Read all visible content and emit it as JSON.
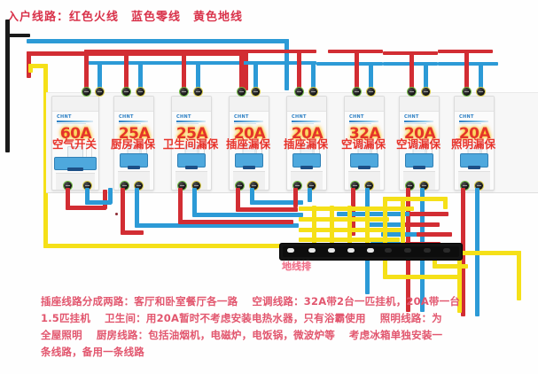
{
  "header": {
    "intro_label": "入户线路：",
    "live": "红色火线",
    "neutral": "蓝色零线",
    "ground": "黄色地线"
  },
  "colors": {
    "live_red": "#d22d33",
    "neutral_blue": "#2c9ad6",
    "ground_yellow": "#f5e018",
    "text_red": "#e4342a",
    "label_pink": "#ef6d86",
    "ground_bar_black": "#141414"
  },
  "breakers": [
    {
      "amp": "60A",
      "label": "空气开关",
      "brand": "CHNT",
      "type": "main-air-switch"
    },
    {
      "amp": "25A",
      "label": "厨房漏保",
      "brand": "CHNT",
      "type": "rcbo"
    },
    {
      "amp": "25A",
      "label": "卫生间漏保",
      "brand": "CHNT",
      "type": "rcbo"
    },
    {
      "amp": "20A",
      "label": "插座漏保",
      "brand": "CHNT",
      "type": "rcbo"
    },
    {
      "amp": "20A",
      "label": "插座漏保",
      "brand": "CHNT",
      "type": "rcbo"
    },
    {
      "amp": "32A",
      "label": "空调漏保",
      "brand": "CHNT",
      "type": "rcbo"
    },
    {
      "amp": "20A",
      "label": "空调漏保",
      "brand": "CHNT",
      "type": "rcbo"
    },
    {
      "amp": "20A",
      "label": "照明漏保",
      "brand": "CHNT",
      "type": "rcbo"
    }
  ],
  "ground_bar": {
    "label": "地线排",
    "terminal_count": 10
  },
  "notes": {
    "line1_a": "插座线路分成两路：客厅和卧室餐厅各一路",
    "line1_b": "空调线路：32A带2台一匹挂机，20A带一台",
    "line2_a": "1.5匹挂机",
    "line2_b": "卫生间：用20A暂时不考虑安装电热水器，只有浴霸使用",
    "line2_c": "照明线路：为",
    "line3_a": "全屋照明",
    "line3_b": "厨房线路：包括油烟机，电磁炉，电饭锅，微波炉等",
    "line3_c": "考虑冰箱单独安装一",
    "line4_a": "条线路，备用一条线路"
  }
}
